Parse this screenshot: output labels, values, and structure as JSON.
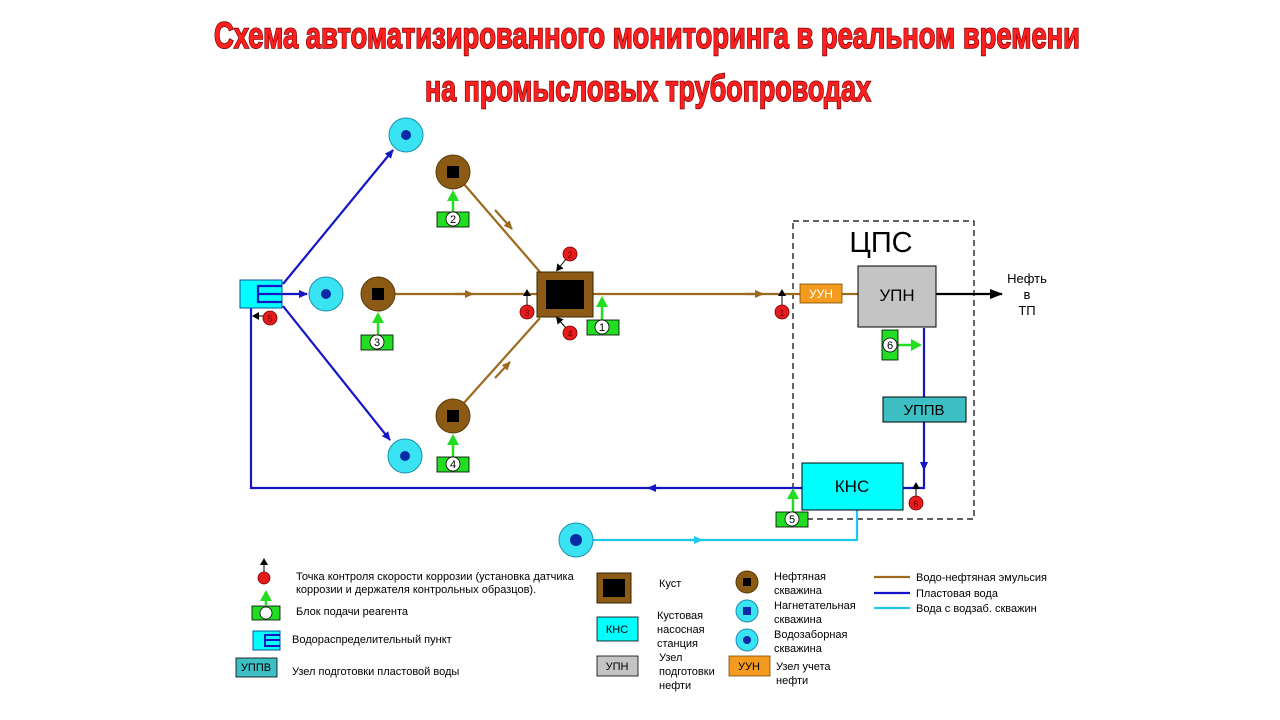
{
  "title": {
    "line1": "Схема автоматизированного мониторинга в реальном времени",
    "line2": "на промысловых трубопроводах"
  },
  "colors": {
    "emulsion": "#9b6a1e",
    "formation_water": "#1515c8",
    "intake_water": "#1ec8ec",
    "reagent": "#22dd22",
    "corrosion_point": "#e51c1c",
    "uun": "#f39a1f",
    "upn": "#c4c4c4",
    "kns": "#00ffff",
    "uppv": "#3dbfc4",
    "cluster": "#8b5a14"
  },
  "cps": {
    "label": "ЦПС",
    "uun_label": "УУН",
    "upn_label": "УПН",
    "uppv_label": "УППВ",
    "kns_label": "КНС",
    "output": [
      "Нефть",
      "в",
      "ТП"
    ]
  },
  "reagent_blocks": [
    "1",
    "2",
    "3",
    "4",
    "5",
    "6"
  ],
  "legend": {
    "corrosion_point": [
      "Точка контроля скорости коррозии (установка датчика",
      "коррозии и держателя контрольных образцов)."
    ],
    "reagent_block": "Блок подачи реагента",
    "water_distribution": "Водораспределительный пункт",
    "uppv_box": "УППВ",
    "uppv_desc": "Узел подготовки пластовой воды",
    "cluster": "Куст",
    "kns_box": "КНС",
    "kns_desc": [
      "Кустовая",
      "насосная",
      "станция"
    ],
    "upn_box": "УПН",
    "upn_desc": [
      "Узел",
      "подготовки",
      "нефти"
    ],
    "oil_well": [
      "Нефтяная",
      "скважина"
    ],
    "injection_well": [
      "Нагнетательная",
      "скважина"
    ],
    "intake_well": [
      "Водозаборная",
      "скважина"
    ],
    "uun_box": "УУН",
    "uun_desc": [
      "Узел учета",
      "нефти"
    ],
    "lines": [
      "Водо-нефтяная эмульсия",
      "Пластовая вода",
      "Вода с водзаб. скважин"
    ]
  }
}
